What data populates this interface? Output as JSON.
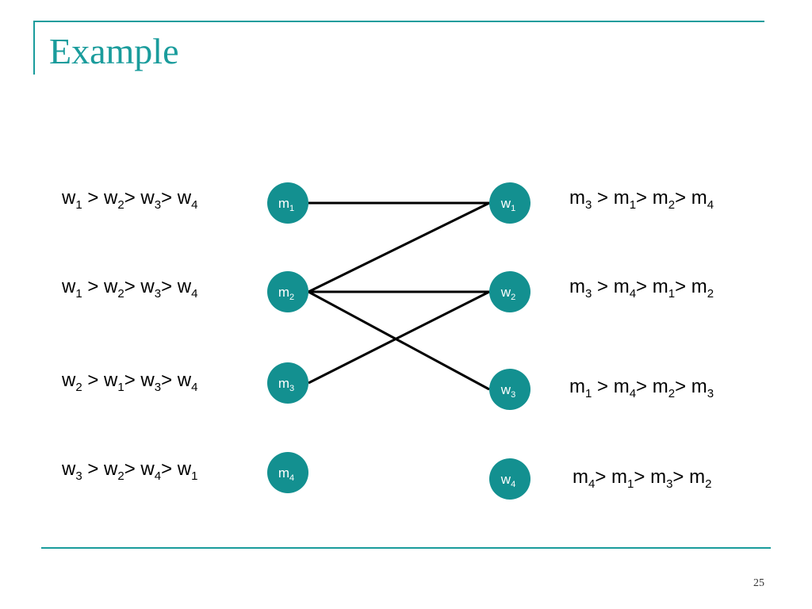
{
  "title": "Example",
  "page_number": "25",
  "colors": {
    "accent": "#1a9c9c",
    "node": "#139090",
    "edge": "#000000"
  },
  "men": [
    {
      "id": "m1",
      "base": "m",
      "sub": "1",
      "prefs": [
        [
          "w",
          "1",
          " > "
        ],
        [
          "w",
          "2",
          "> "
        ],
        [
          "w",
          "3",
          "> "
        ],
        [
          "w",
          "4",
          ""
        ]
      ]
    },
    {
      "id": "m2",
      "base": "m",
      "sub": "2",
      "prefs": [
        [
          "w",
          "1",
          " > "
        ],
        [
          "w",
          "2",
          "> "
        ],
        [
          "w",
          "3",
          "> "
        ],
        [
          "w",
          "4",
          ""
        ]
      ]
    },
    {
      "id": "m3",
      "base": "m",
      "sub": "3",
      "prefs": [
        [
          "w",
          "2",
          " > "
        ],
        [
          "w",
          "1",
          "> "
        ],
        [
          "w",
          "3",
          "> "
        ],
        [
          "w",
          "4",
          ""
        ]
      ]
    },
    {
      "id": "m4",
      "base": "m",
      "sub": "4",
      "prefs": [
        [
          "w",
          "3",
          " > "
        ],
        [
          "w",
          "2",
          "> "
        ],
        [
          "w",
          "4",
          "> "
        ],
        [
          "w",
          "1",
          ""
        ]
      ]
    }
  ],
  "women": [
    {
      "id": "w1",
      "base": "w",
      "sub": "1",
      "prefs": [
        [
          "m",
          "3",
          " > "
        ],
        [
          "m",
          "1",
          "> "
        ],
        [
          "m",
          "2",
          "> "
        ],
        [
          "m",
          "4",
          ""
        ]
      ]
    },
    {
      "id": "w2",
      "base": "w",
      "sub": "2",
      "prefs": [
        [
          "m",
          "3",
          " > "
        ],
        [
          "m",
          "4",
          "> "
        ],
        [
          "m",
          "1",
          "> "
        ],
        [
          "m",
          "2",
          ""
        ]
      ]
    },
    {
      "id": "w3",
      "base": "w",
      "sub": "3",
      "prefs": [
        [
          "m",
          "1",
          " > "
        ],
        [
          "m",
          "4",
          "> "
        ],
        [
          "m",
          "2",
          "> "
        ],
        [
          "m",
          "3",
          ""
        ]
      ]
    },
    {
      "id": "w4",
      "base": "w",
      "sub": "4",
      "prefs": [
        [
          "m",
          "4",
          "> "
        ],
        [
          "m",
          "1",
          "> "
        ],
        [
          "m",
          "3",
          "> "
        ],
        [
          "m",
          "2",
          ""
        ]
      ]
    }
  ],
  "edges": [
    [
      "m1",
      "w1"
    ],
    [
      "m2",
      "w1"
    ],
    [
      "m2",
      "w2"
    ],
    [
      "m2",
      "w3"
    ],
    [
      "m3",
      "w2"
    ]
  ]
}
